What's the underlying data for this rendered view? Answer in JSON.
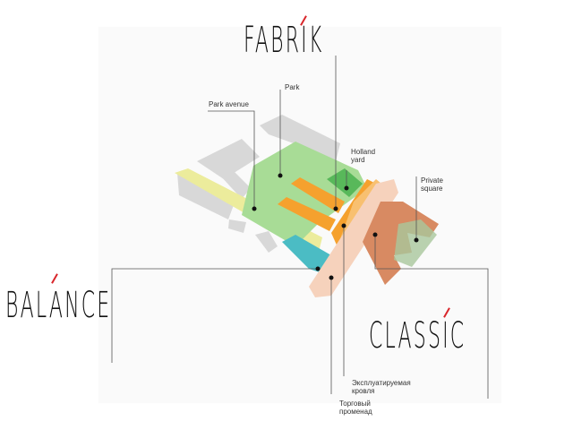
{
  "brands": {
    "fabrik": "FABRIK",
    "balance": "BALANCE",
    "classic": "CLASSIC"
  },
  "labels": {
    "park": "Park",
    "park_avenue": "Park avenue",
    "holland_yard": "Holland yard",
    "private_square": "Private square",
    "roof": "Эксплуатируемая кровля",
    "promenade": "Торговый променад"
  },
  "colors": {
    "accent": "#d9262b",
    "park": "#a8dc96",
    "orange": "#f5a12e",
    "terracotta": "#d88a62",
    "teal": "#4bbcc4",
    "yellow": "#ecec9c",
    "gray": "#d8d8d8"
  }
}
